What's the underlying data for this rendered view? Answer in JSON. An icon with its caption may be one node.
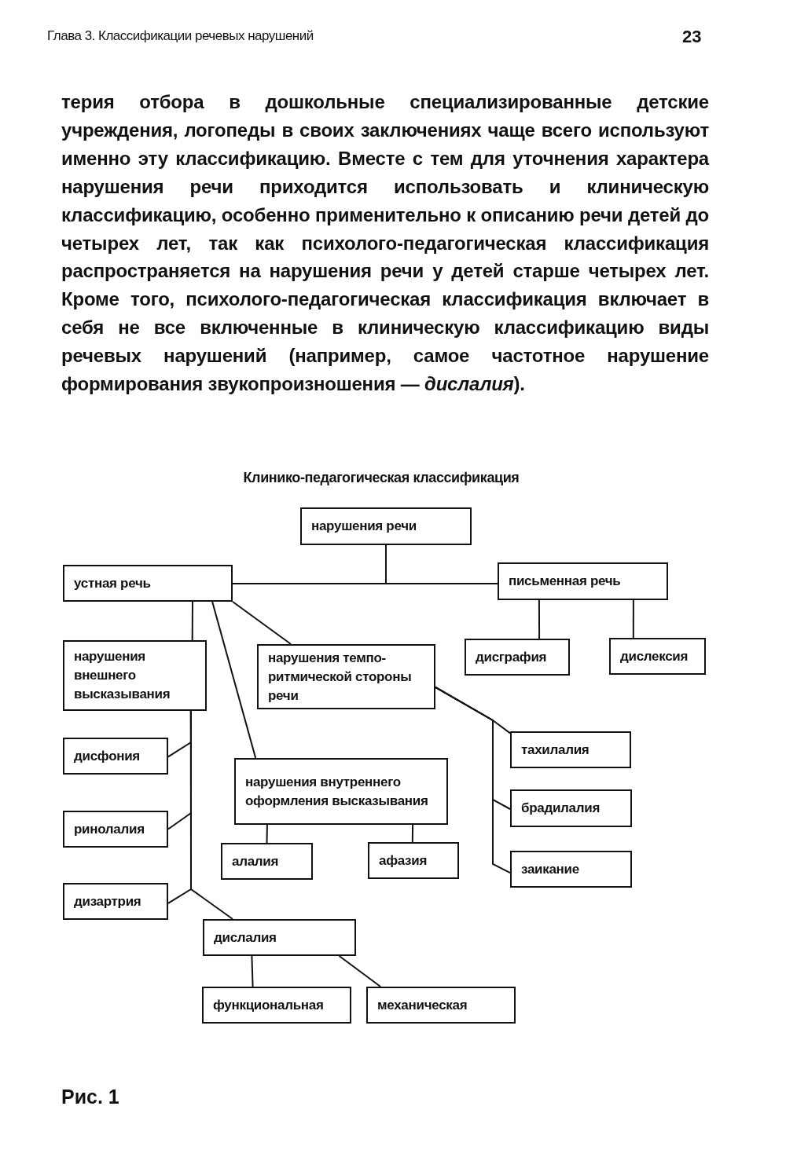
{
  "diagram": {
    "title": "Клинико-педагогическая классификация",
    "caption": "Рис. 1",
    "nodes": [
      {
        "text": [
          "нарушения речи"
        ]
      },
      {
        "text": [
          "устная речь"
        ]
      },
      {
        "text": [
          "письменная речь"
        ]
      },
      {
        "text": [
          "нарушения внешнего высказывания"
        ]
      },
      {
        "text": [
          "нарушения темпо-ритмической стороны речи"
        ]
      },
      {
        "text": [
          "дисграфия"
        ]
      },
      {
        "text": [
          "дислексия"
        ]
      },
      {
        "text": [
          "дисфония"
        ]
      },
      {
        "text": [
          "нарушения внутреннего оформления высказывания"
        ]
      },
      {
        "text": [
          "тахилалия"
        ]
      },
      {
        "text": [
          "ринолалия"
        ]
      },
      {
        "text": [
          "брадилалия"
        ]
      },
      {
        "text": [
          "алалия"
        ]
      },
      {
        "text": [
          "афазия"
        ]
      },
      {
        "text": [
          "заикание"
        ]
      },
      {
        "text": [
          "дизартрия"
        ]
      },
      {
        "text": [
          "дислалия"
        ]
      },
      {
        "text": [
          "функциональная"
        ]
      },
      {
        "text": [
          "механическая"
        ]
      }
    ],
    "edges": [
      {
        "from": 0,
        "to": 1,
        "arrow": "none"
      },
      {
        "from": 0,
        "to": 2,
        "arrow": "none"
      },
      {
        "from": 1,
        "to": 3,
        "arrow": "none"
      },
      {
        "from": 1,
        "to": 4,
        "arrow": "none"
      },
      {
        "from": 1,
        "to": 8,
        "arrow": "none"
      },
      {
        "from": 2,
        "to": 5,
        "arrow": "none"
      },
      {
        "from": 2,
        "to": 6,
        "arrow": "none"
      },
      {
        "from": 3,
        "to": 7,
        "arrow": "none"
      },
      {
        "from": 3,
        "to": 10,
        "arrow": "none"
      },
      {
        "from": 3,
        "to": 15,
        "arrow": "none"
      },
      {
        "from": 3,
        "to": 16,
        "arrow": "none"
      },
      {
        "from": 4,
        "to": 9,
        "arrow": "none"
      },
      {
        "from": 4,
        "to": 11,
        "arrow": "none"
      },
      {
        "from": 4,
        "to": 14,
        "arrow": "none"
      },
      {
        "from": 8,
        "to": 12,
        "arrow": "none"
      },
      {
        "from": 8,
        "to": 13,
        "arrow": "none"
      },
      {
        "from": 16,
        "to": 17,
        "arrow": "none"
      },
      {
        "from": 16,
        "to": 18,
        "arrow": "none"
      }
    ],
    "labels": [
      "Глава 3. Классификации речевых нарушений",
      "23",
      "терия отбора в дошкольные специализированные детские учреждения, логопеды в своих заключениях чаще всего используют именно эту классификацию. Вместе с тем для уточнения характера нарушения речи приходится использовать и клиническую классификацию, особенно применительно к описанию речи детей до четырех лет, так как психолого-педагогическая классификация распространяется на нарушения речи у детей старше четырех лет. Кроме того, психолого-педагогическая классификация включает в себя не все включенные в клиническую классификацию виды речевых нарушений (например, самое частотное нарушение формирования звукопроизношения — *дислалия*)."
    ]
  }
}
